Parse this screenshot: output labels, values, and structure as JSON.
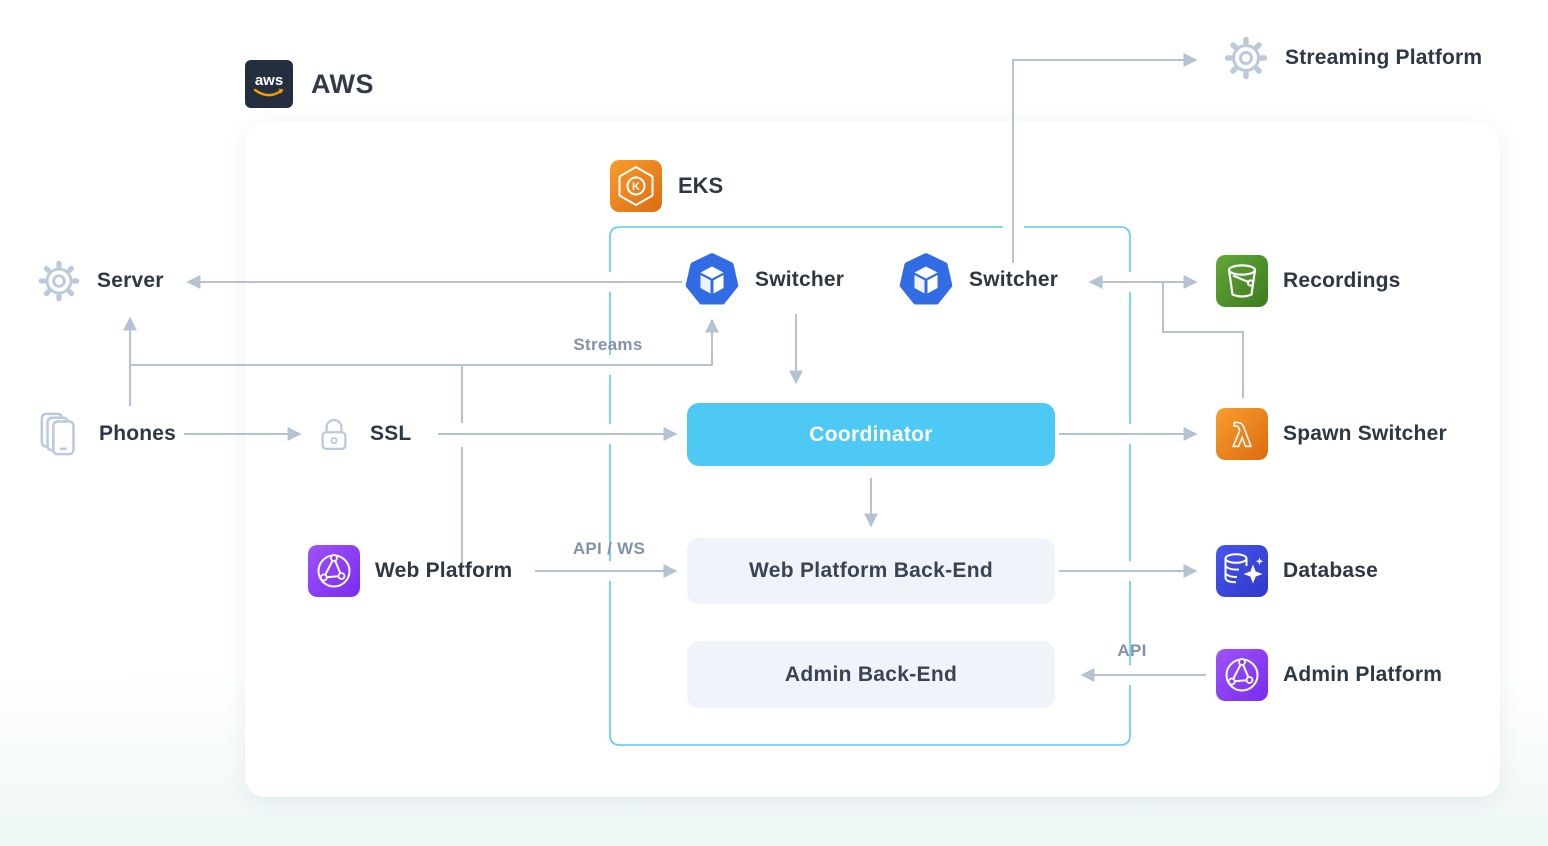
{
  "header": {
    "logo_text": "aws",
    "title": "AWS"
  },
  "cluster": {
    "label": "EKS",
    "border_color": "#56cbf3"
  },
  "nodes": {
    "server": {
      "label": "Server",
      "icon": "gear-icon"
    },
    "phones": {
      "label": "Phones",
      "icon": "phones-icon"
    },
    "ssl": {
      "label": "SSL",
      "icon": "lock-icon"
    },
    "web_platform": {
      "label": "Web Platform",
      "icon": "network-globe-icon",
      "color": "#8a3ff2"
    },
    "streaming_platform": {
      "label": "Streaming Platform",
      "icon": "gear-icon"
    },
    "recordings": {
      "label": "Recordings",
      "icon": "bucket-icon",
      "color": "#4c8f2c"
    },
    "spawn_switcher": {
      "label": "Spawn Switcher",
      "icon": "lambda-icon",
      "color": "#e8761c",
      "glyph": "λ"
    },
    "database": {
      "label": "Database",
      "icon": "database-icon",
      "color": "#3a45d6"
    },
    "admin_platform": {
      "label": "Admin Platform",
      "icon": "network-globe-icon",
      "color": "#8a3ff2"
    },
    "switcher_1": {
      "label": "Switcher",
      "icon": "kubernetes-icon",
      "color": "#326ce5"
    },
    "switcher_2": {
      "label": "Switcher",
      "icon": "kubernetes-icon",
      "color": "#326ce5"
    },
    "eks_icon_letter": "K",
    "coordinator": {
      "label": "Coordinator",
      "color": "#4ec9f3"
    },
    "web_platform_backend": {
      "label": "Web Platform Back-End",
      "color": "#f1f3fb"
    },
    "admin_backend": {
      "label": "Admin Back-End",
      "color": "#f1f3fb"
    }
  },
  "edge_labels": {
    "streams": "Streams",
    "api_ws": "API / WS",
    "api": "API"
  },
  "edges": [
    {
      "from": "switcher_1",
      "to": "server"
    },
    {
      "from": "phones",
      "to": "server"
    },
    {
      "from": "phones",
      "to": "ssl"
    },
    {
      "from": "phones",
      "to": "switcher_1",
      "label": "Streams"
    },
    {
      "from": "web_platform",
      "to": "switcher_1",
      "label": "Streams"
    },
    {
      "from": "ssl",
      "to": "coordinator"
    },
    {
      "from": "switcher_1",
      "to": "coordinator"
    },
    {
      "from": "switcher_2",
      "to": "streaming_platform"
    },
    {
      "from": "switcher_2",
      "to": "recordings",
      "bidirectional": true
    },
    {
      "from": "recordings",
      "to": "spawn_switcher"
    },
    {
      "from": "coordinator",
      "to": "spawn_switcher"
    },
    {
      "from": "coordinator",
      "to": "web_platform_backend"
    },
    {
      "from": "web_platform",
      "to": "web_platform_backend",
      "label": "API / WS"
    },
    {
      "from": "web_platform_backend",
      "to": "database"
    },
    {
      "from": "admin_platform",
      "to": "admin_backend",
      "label": "API"
    }
  ],
  "colors": {
    "connector": "#b5c2d2",
    "outline_icon": "#bcc9dc",
    "node_label": "#2e3744",
    "edge_label": "#8093aa"
  }
}
